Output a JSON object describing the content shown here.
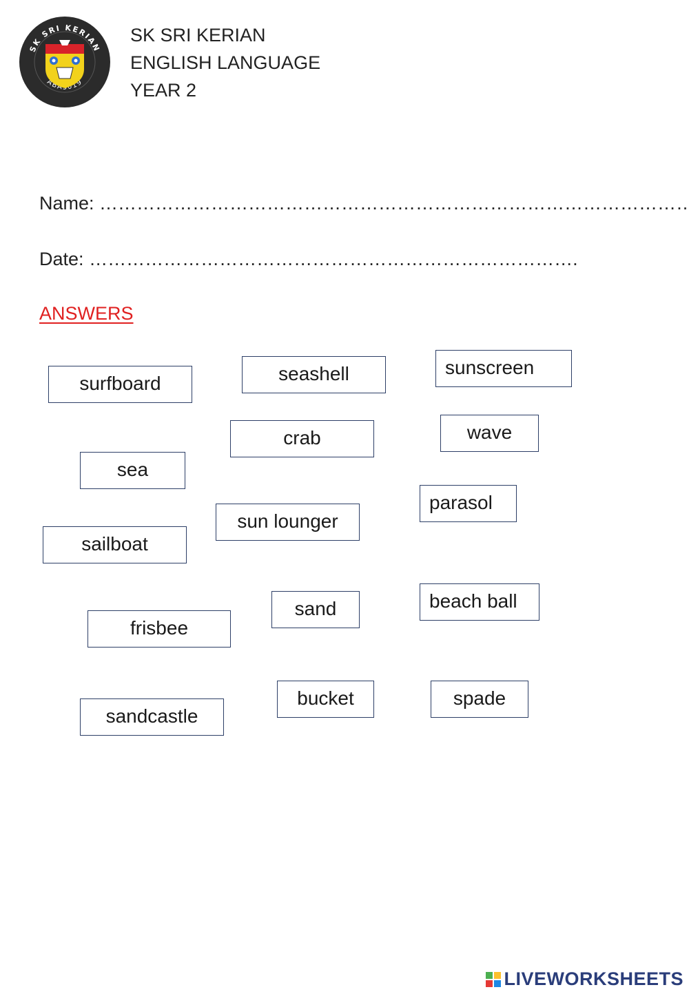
{
  "logo": {
    "top_text": "SK SRI KERIAN",
    "bottom_text": "ABA3019",
    "colors": {
      "ring": "#2b2b2b",
      "shield_yellow": "#f2d21b",
      "shield_red": "#d8232a",
      "shield_blue": "#2f6fd1"
    }
  },
  "header": {
    "line1": "SK SRI KERIAN",
    "line2": "ENGLISH LANGUAGE",
    "line3": "YEAR 2"
  },
  "fields": {
    "name_label": "Name:",
    "name_dots": "……………………………………………………………………………………",
    "date_label": "Date:",
    "date_dots": "……………………………………………………………………."
  },
  "answers_label": "ANSWERS",
  "words": [
    "surfboard",
    "seashell",
    "sunscreen",
    "crab",
    "wave",
    "sea",
    "sun lounger",
    "parasol",
    "sailboat",
    "sand",
    "beach ball",
    "frisbee",
    "bucket",
    "spade",
    "sandcastle"
  ],
  "brand": {
    "name": "LIVEWORKSHEETS"
  },
  "colors": {
    "answers": "#e02020",
    "box_border": "#2c3e66",
    "brand": "#2a3d7a"
  }
}
